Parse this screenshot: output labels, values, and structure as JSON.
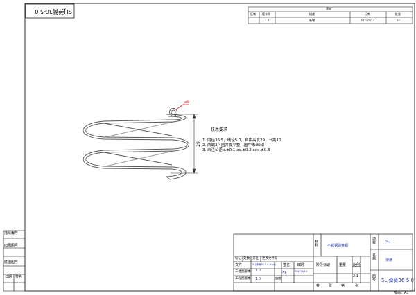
{
  "stamp": {
    "text": "SLJ弹簧36-5.0"
  },
  "revision_table": {
    "title": "版本",
    "headers": [
      "区域",
      "版本号",
      "描述",
      "日期",
      "批准"
    ],
    "row": [
      "",
      "1.0",
      "新增",
      "2022/4/14",
      "xy"
    ]
  },
  "drawing": {
    "diameter_label": "5",
    "height_label": "29"
  },
  "notes": {
    "title": "技术要求",
    "items": [
      "1.   内径36.5，线径5.0，自由高度29，节距10",
      "2.   两端3/4圈并拢平整（图中未画出）",
      "3.   未注公差x.±0.1   xx.±0.2   xxx.±0.3"
    ]
  },
  "left_column": {
    "labels": [
      "描绘编号",
      "旧图图号",
      "底图图号",
      "日期",
      "签名"
    ]
  },
  "title_block": {
    "mark_header": [
      "标记",
      "处数",
      "分区",
      "更改文件号"
    ],
    "file_label": "文件",
    "file_value": "SLJ弹簧36-5.0.slvprj",
    "sign_label": "签名",
    "date_label": "日期",
    "designer_label": "三维图版本",
    "designer_value": "1.0",
    "designer_name": "xy",
    "designer_date": "2022/4/14",
    "engineering_label": "工程图版本",
    "engineering_value": "1.0",
    "review_label": "审核",
    "material_label": "材料",
    "material_value": "不锈钢弹簧钢",
    "stage_label": "阶段标记",
    "weight_label": "重量",
    "scale_label": "比例",
    "scale_value": "2:1",
    "sheet_labels": [
      "共",
      "张",
      "第",
      "张"
    ],
    "project_label": "项目",
    "project_value": "SLJ",
    "name_label": "名称",
    "name_value": "弹簧",
    "drawing_no_label": "图号",
    "drawing_no_value": "SLJ弹簧36-5.0",
    "sheet_size": "幅面：A3"
  }
}
